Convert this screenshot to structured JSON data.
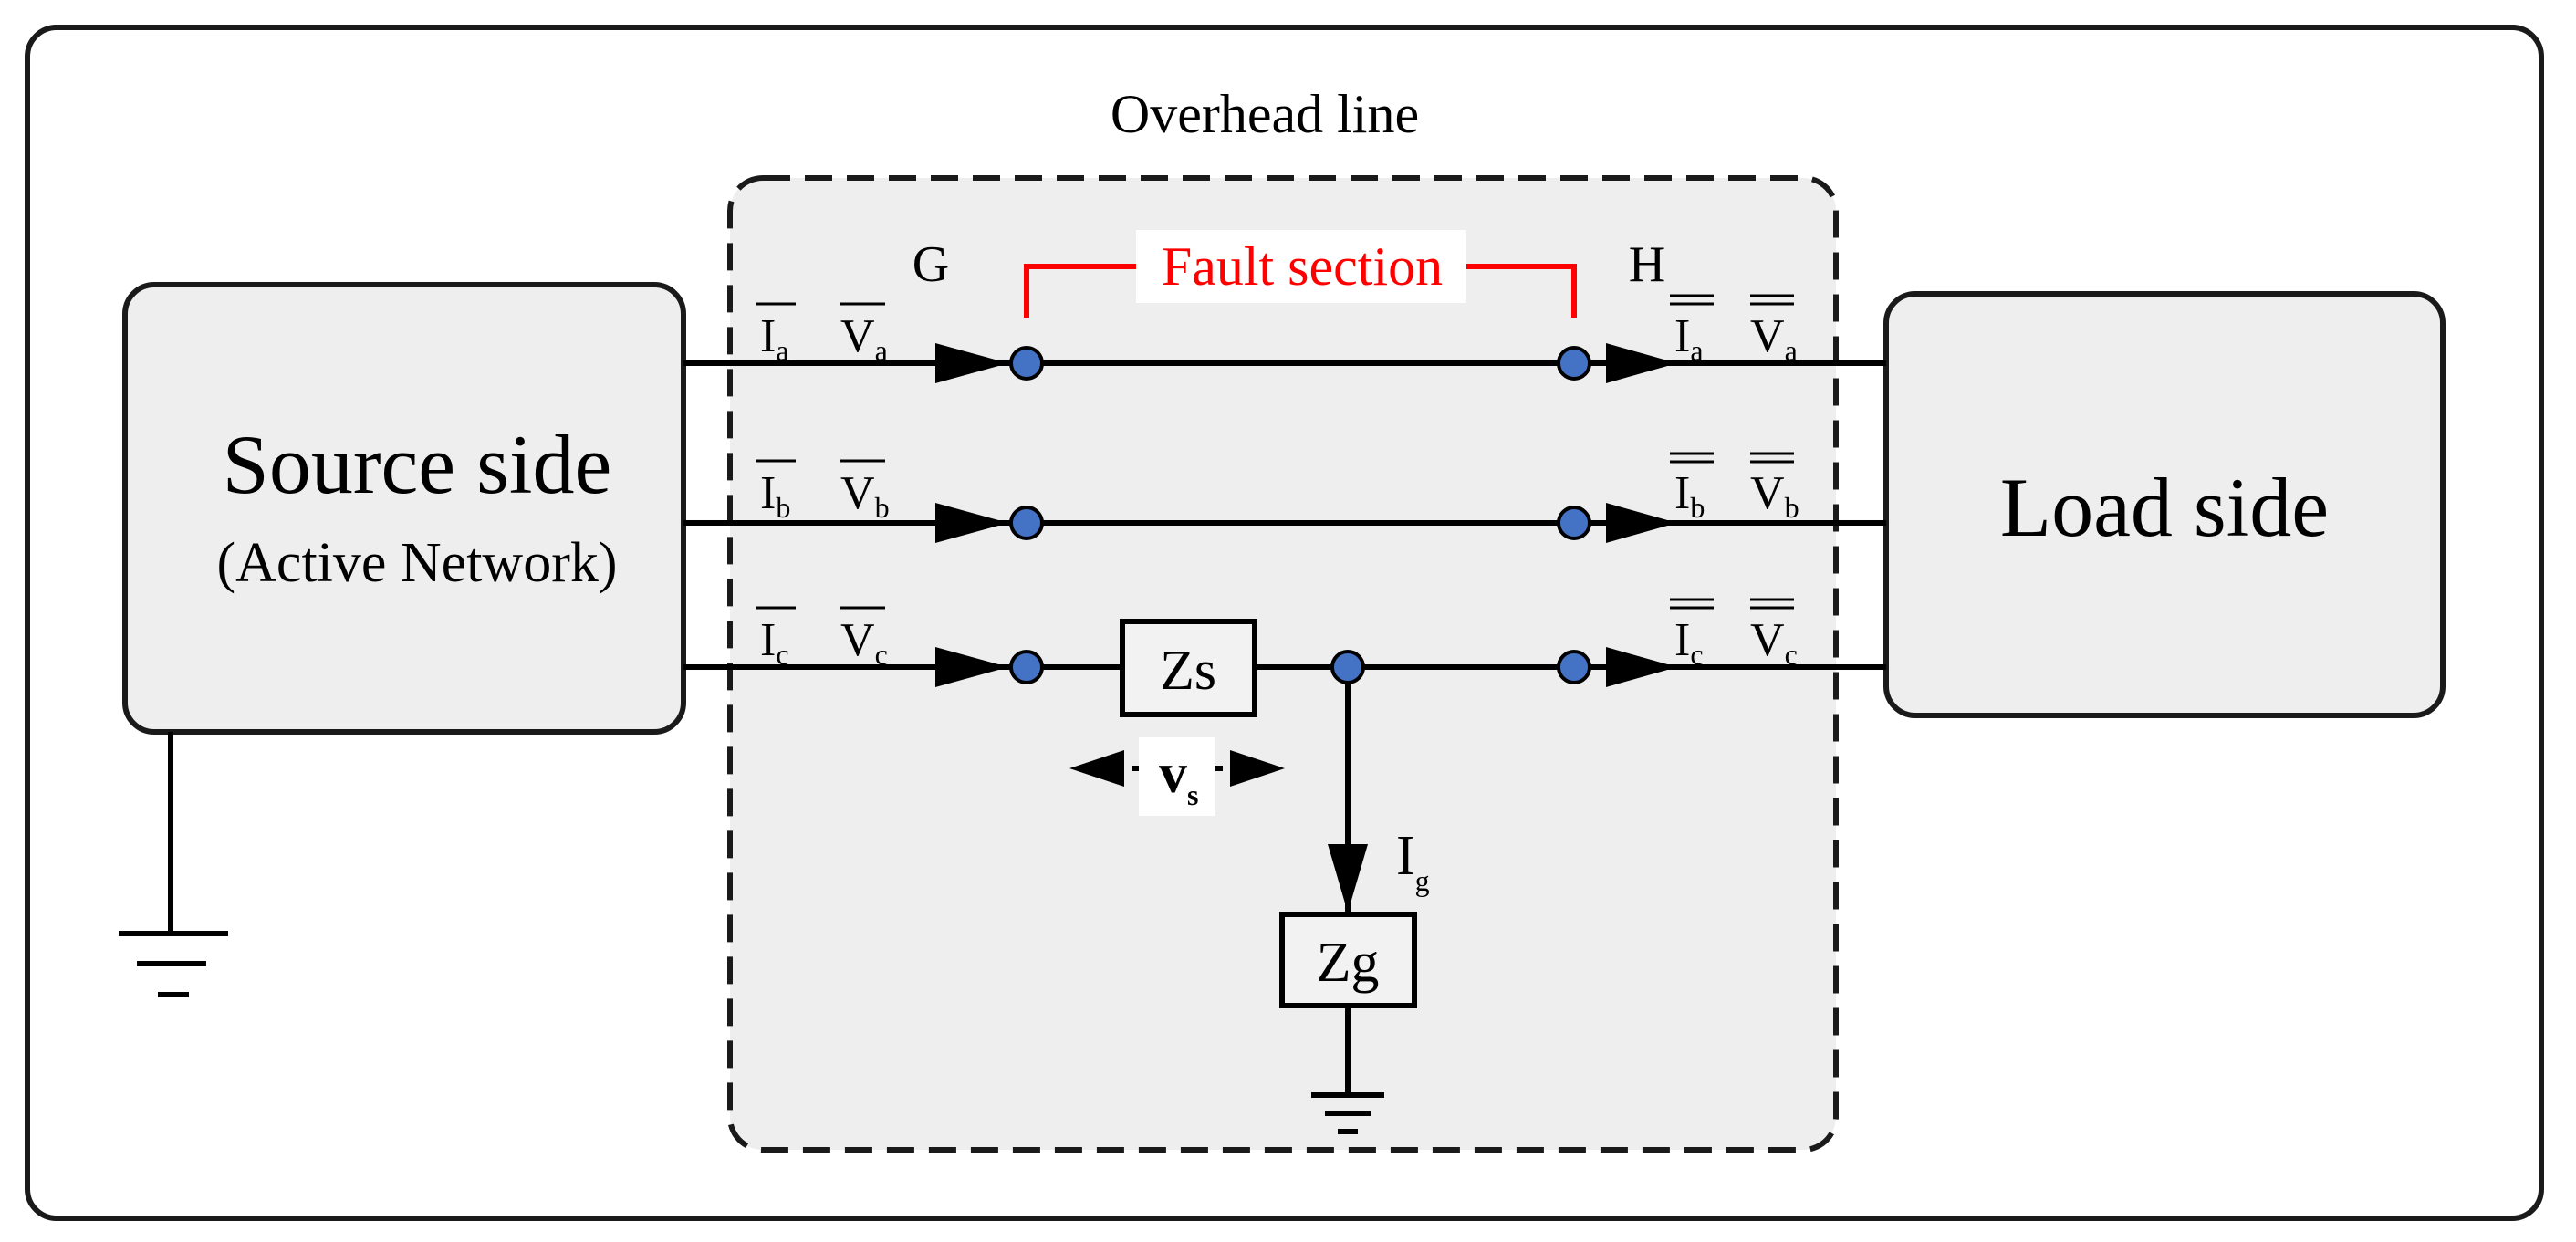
{
  "overhead_line": "Overhead line",
  "source": {
    "title": "Source side",
    "subtitle": "(Active Network)"
  },
  "load": {
    "title": "Load side"
  },
  "nodes": {
    "g": "G",
    "h": "H"
  },
  "fault_section": "Fault section",
  "phases": [
    {
      "i": "I",
      "i_sub": "a",
      "v": "V",
      "v_sub": "a"
    },
    {
      "i": "I",
      "i_sub": "b",
      "v": "V",
      "v_sub": "b"
    },
    {
      "i": "I",
      "i_sub": "c",
      "v": "V",
      "v_sub": "c"
    }
  ],
  "zs": "Zs",
  "zg": "Zg",
  "vs": {
    "main": "v",
    "sub": "s"
  },
  "ig": {
    "main": "I",
    "sub": "g"
  },
  "colors": {
    "node": "#4472c4",
    "fault": "#ff0000",
    "panel": "#eeeeee"
  }
}
